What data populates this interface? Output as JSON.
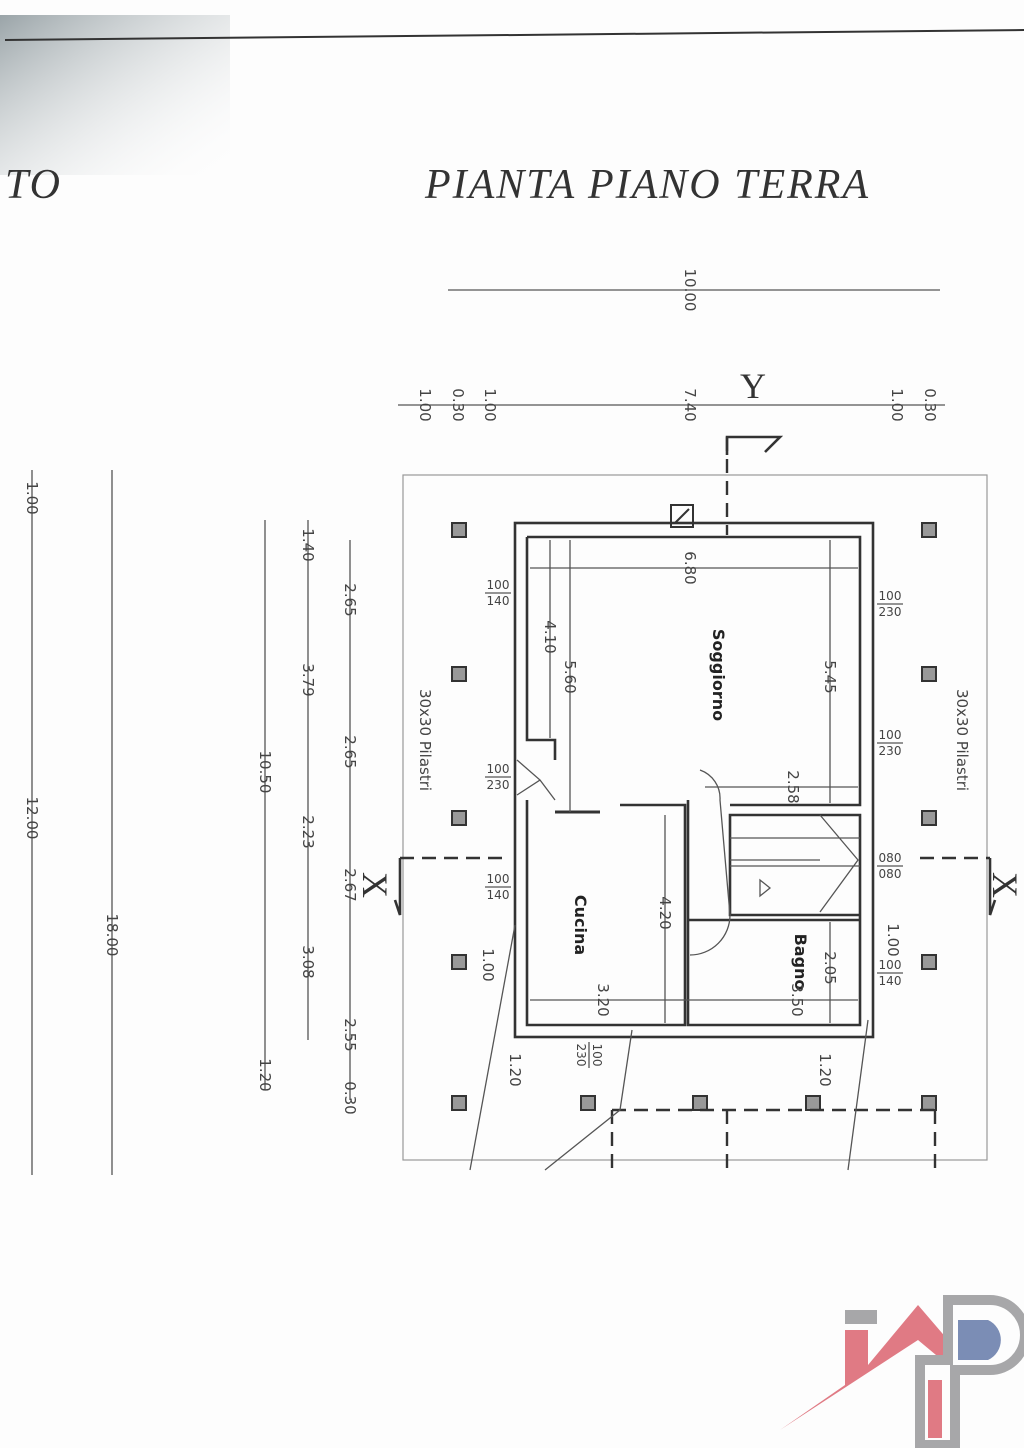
{
  "header": {
    "partial_title": "TO",
    "title": "PIANTA PIANO TERRA"
  },
  "sections": {
    "x": "X",
    "y": "Y"
  },
  "rooms": {
    "soggiorno": "Soggiorno",
    "cucina": "Cucina",
    "bagno": "Bagno"
  },
  "pilastri_label": "30x30 Pilastri",
  "top_dims": {
    "overall": "10.00",
    "segments": [
      "1.00",
      "0.30",
      "1.00",
      "7.40",
      "1.00",
      "0.30"
    ]
  },
  "left_dims": {
    "col1": [
      "2.65",
      "2.65",
      "2.67",
      "2.55",
      "0.30"
    ],
    "col2": [
      "1.40",
      "3.79",
      "2.23",
      "3.08"
    ],
    "col3": [
      "10.50",
      "1.20"
    ],
    "col4": [
      "18.00"
    ],
    "col5": [
      "1.00",
      "12.00"
    ]
  },
  "inner_dims": {
    "d680": "6.80",
    "d410": "4.10",
    "d560": "5.60",
    "d545": "5.45",
    "d258": "2.58",
    "d420": "4.20",
    "d320": "3.20",
    "d350": "3.50",
    "d205": "2.05",
    "d100a": "1.00",
    "d100b": "1.00",
    "d120a": "1.20",
    "d120b": "1.20"
  },
  "windows": [
    {
      "w": "100",
      "h": "140"
    },
    {
      "w": "100",
      "h": "230"
    },
    {
      "w": "100",
      "h": "230"
    },
    {
      "w": "100",
      "h": "230"
    },
    {
      "w": "100",
      "h": "140"
    },
    {
      "w": "080",
      "h": "080"
    },
    {
      "w": "100",
      "h": "140"
    },
    {
      "w": "100",
      "h": "230"
    }
  ],
  "colors": {
    "logo_red": "#e07a84",
    "logo_grey": "#a7a7a9",
    "logo_blue": "#7b8db5"
  }
}
